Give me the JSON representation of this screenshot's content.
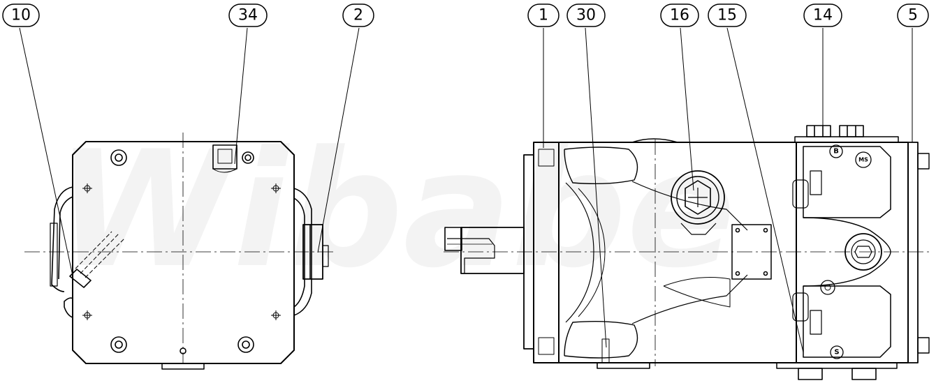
{
  "watermark": "Wibabe",
  "balloons": [
    {
      "id": "10",
      "label": "10"
    },
    {
      "id": "34",
      "label": "34"
    },
    {
      "id": "2",
      "label": "2"
    },
    {
      "id": "1",
      "label": "1"
    },
    {
      "id": "30",
      "label": "30"
    },
    {
      "id": "16",
      "label": "16"
    },
    {
      "id": "15",
      "label": "15"
    },
    {
      "id": "14",
      "label": "14"
    },
    {
      "id": "5",
      "label": "5"
    }
  ],
  "port_labels": {
    "b": "B",
    "ms": "MS",
    "s": "S"
  }
}
